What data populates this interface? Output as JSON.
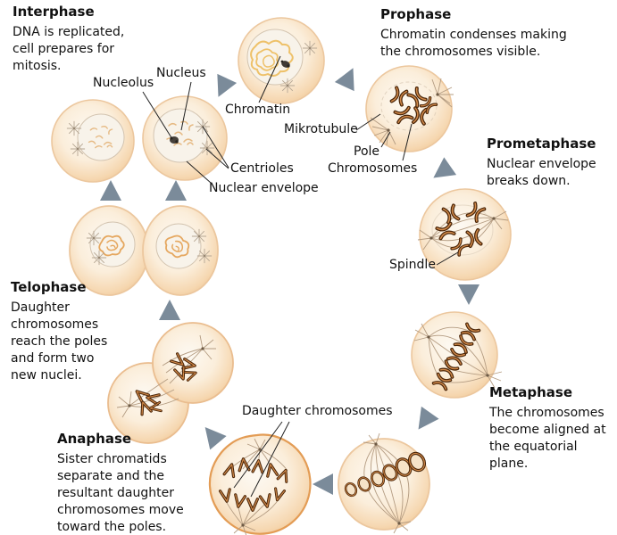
{
  "colors": {
    "background": "#ffffff",
    "text": "#111111",
    "arrow": "#7b8b9a",
    "cell-edge": "#f0c693",
    "chromosome-dark": "#4a2508",
    "chromosome-light": "#d28a4a",
    "chromatin-yellow": "#eec169",
    "spindle-fiber": "#b49c82"
  },
  "phases": {
    "interphase": {
      "title": "Interphase",
      "description": "DNA is replicated,\ncell prepares for\nmitosis."
    },
    "prophase": {
      "title": "Prophase",
      "description": "Chromatin condenses making\nthe chromosomes visible."
    },
    "prometaphase": {
      "title": "Prometaphase",
      "description": "Nuclear envelope\nbreaks down."
    },
    "metaphase": {
      "title": "Metaphase",
      "description": "The chromosomes\nbecome aligned at\nthe equatorial\nplane."
    },
    "anaphase": {
      "title": "Anaphase",
      "description": "Sister chromatids\nseparate and the\nresultant daughter\nchromosomes move\ntoward the poles."
    },
    "telophase": {
      "title": "Telophase",
      "description": "Daughter\nchromosomes\nreach the poles\nand form two\nnew nuclei."
    }
  },
  "labels": {
    "nucleus": "Nucleus",
    "nucleolus": "Nucleolus",
    "chromatin": "Chromatin",
    "microtubule": "Mikrotubule",
    "pole": "Pole",
    "chromosomes": "Chromosomes",
    "centrioles": "Centrioles",
    "nuclear_envelope": "Nuclear envelope",
    "spindle": "Spindle",
    "daughter_chromosomes": "Daughter chromosomes"
  }
}
